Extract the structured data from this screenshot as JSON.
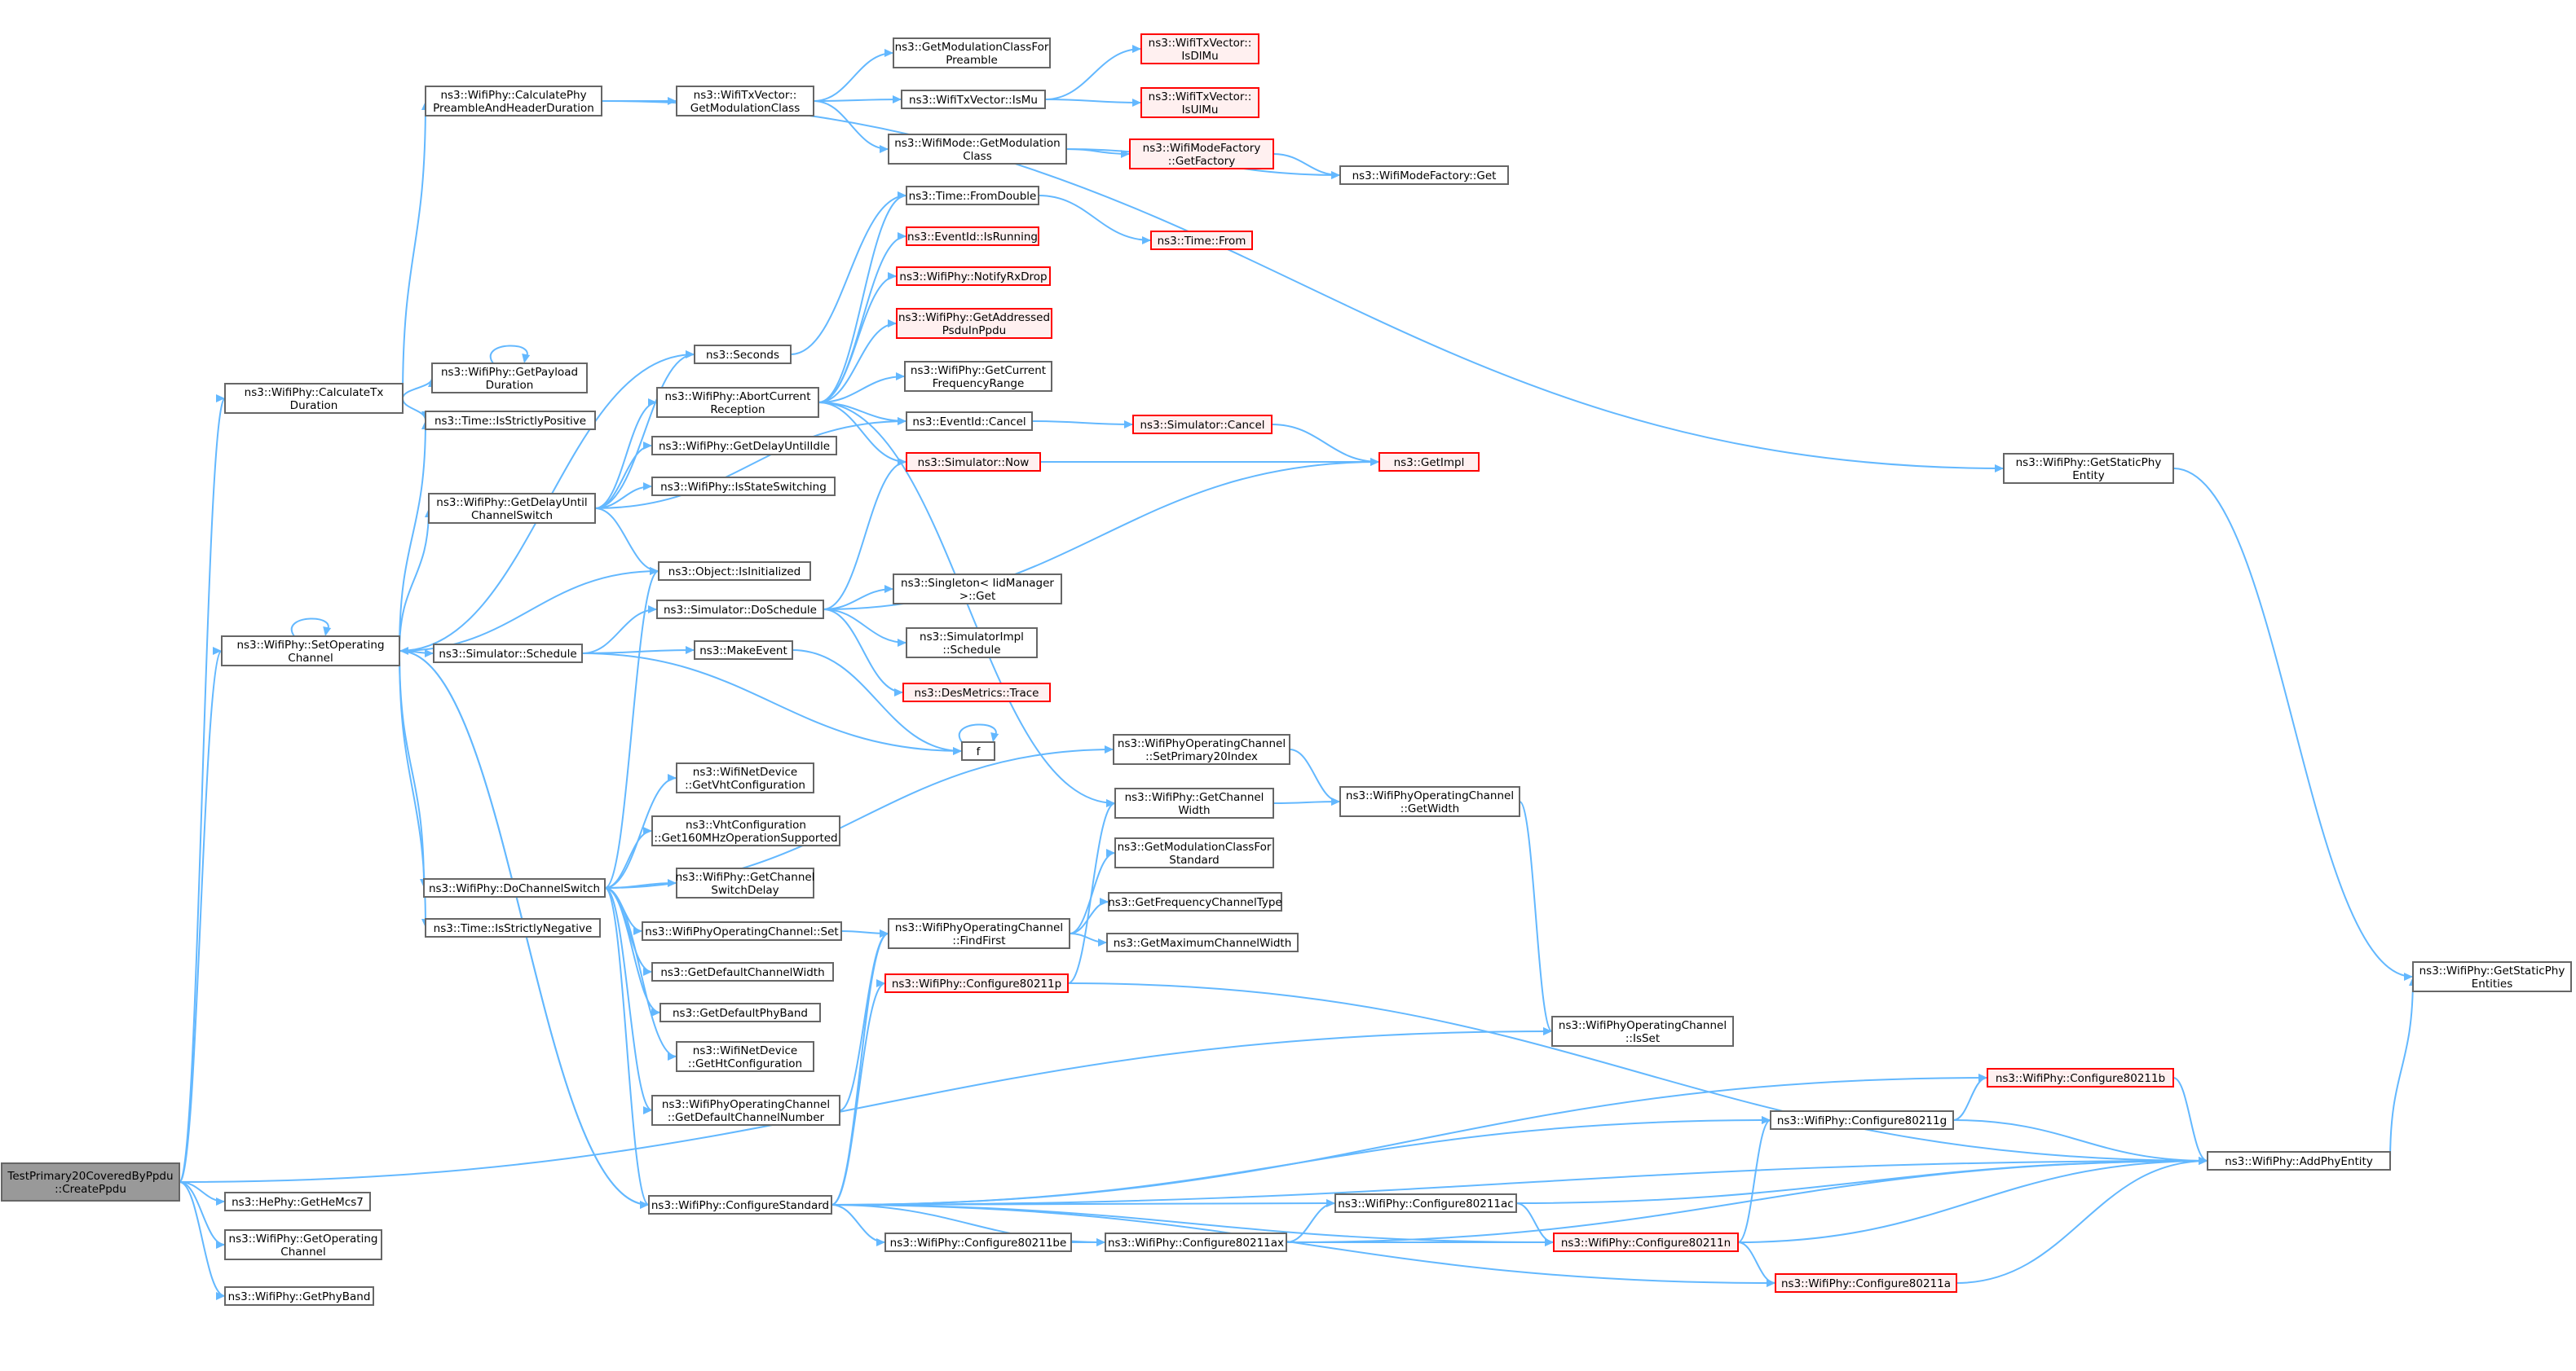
{
  "colors": {
    "edge": "#63b8ff",
    "normal_border": "#666666",
    "normal_fill": "#ffffff",
    "truncated_border": "#ff0000",
    "truncated_fill": "#fff0f0",
    "root_fill": "#999999",
    "root_border": "#666666"
  },
  "nodes": [
    {
      "id": "root",
      "lines": [
        "TestPrimary20CoveredByPpdu",
        "::CreatePpdu"
      ],
      "style": "root"
    },
    {
      "id": "calcTx",
      "lines": [
        "ns3::WifiPhy::CalculateTx",
        "Duration"
      ]
    },
    {
      "id": "setOp",
      "lines": [
        "ns3::WifiPhy::SetOperating",
        "Channel"
      ]
    },
    {
      "id": "getHeMcs7",
      "lines": [
        "ns3::HePhy::GetHeMcs7"
      ]
    },
    {
      "id": "getOpCh",
      "lines": [
        "ns3::WifiPhy::GetOperating",
        "Channel"
      ]
    },
    {
      "id": "getPhyBand",
      "lines": [
        "ns3::WifiPhy::GetPhyBand"
      ]
    },
    {
      "id": "calcPre",
      "lines": [
        "ns3::WifiPhy::CalculatePhy",
        "PreambleAndHeaderDuration"
      ]
    },
    {
      "id": "getPayload",
      "lines": [
        "ns3::WifiPhy::GetPayload",
        "Duration"
      ]
    },
    {
      "id": "isStrictPos",
      "lines": [
        "ns3::Time::IsStrictlyPositive"
      ]
    },
    {
      "id": "getDelay",
      "lines": [
        "ns3::WifiPhy::GetDelayUntil",
        "ChannelSwitch"
      ]
    },
    {
      "id": "simSched",
      "lines": [
        "ns3::Simulator::Schedule"
      ]
    },
    {
      "id": "doChSwitch",
      "lines": [
        "ns3::WifiPhy::DoChannelSwitch"
      ]
    },
    {
      "id": "isStrictNeg",
      "lines": [
        "ns3::Time::IsStrictlyNegative"
      ]
    },
    {
      "id": "cfgStd",
      "lines": [
        "ns3::WifiPhy::ConfigureStandard"
      ]
    },
    {
      "id": "getModClass",
      "lines": [
        "ns3::WifiTxVector::",
        "GetModulationClass"
      ]
    },
    {
      "id": "seconds",
      "lines": [
        "ns3::Seconds"
      ]
    },
    {
      "id": "abortRx",
      "lines": [
        "ns3::WifiPhy::AbortCurrent",
        "Reception"
      ]
    },
    {
      "id": "getDelayIdle",
      "lines": [
        "ns3::WifiPhy::GetDelayUntilIdle"
      ]
    },
    {
      "id": "isStateSw",
      "lines": [
        "ns3::WifiPhy::IsStateSwitching"
      ]
    },
    {
      "id": "objInit",
      "lines": [
        "ns3::Object::IsInitialized"
      ]
    },
    {
      "id": "doSched",
      "lines": [
        "ns3::Simulator::DoSchedule"
      ]
    },
    {
      "id": "makeEvent",
      "lines": [
        "ns3::MakeEvent"
      ]
    },
    {
      "id": "getVht",
      "lines": [
        "ns3::WifiNetDevice",
        "::GetVhtConfiguration"
      ]
    },
    {
      "id": "get160",
      "lines": [
        "ns3::VhtConfiguration",
        "::Get160MHzOperationSupported"
      ]
    },
    {
      "id": "getSwDelay",
      "lines": [
        "ns3::WifiPhy::GetChannel",
        "SwitchDelay"
      ]
    },
    {
      "id": "opChSet",
      "lines": [
        "ns3::WifiPhyOperatingChannel::Set"
      ]
    },
    {
      "id": "defChW",
      "lines": [
        "ns3::GetDefaultChannelWidth"
      ]
    },
    {
      "id": "defBand",
      "lines": [
        "ns3::GetDefaultPhyBand"
      ]
    },
    {
      "id": "getHt",
      "lines": [
        "ns3::WifiNetDevice",
        "::GetHtConfiguration"
      ]
    },
    {
      "id": "defChNum",
      "lines": [
        "ns3::WifiPhyOperatingChannel",
        "::GetDefaultChannelNumber"
      ]
    },
    {
      "id": "modClassPre",
      "lines": [
        "ns3::GetModulationClassFor",
        "Preamble"
      ]
    },
    {
      "id": "isMu",
      "lines": [
        "ns3::WifiTxVector::IsMu"
      ]
    },
    {
      "id": "modeGetMod",
      "lines": [
        "ns3::WifiMode::GetModulation",
        "Class"
      ]
    },
    {
      "id": "fromDouble",
      "lines": [
        "ns3::Time::FromDouble"
      ]
    },
    {
      "id": "evRunning",
      "lines": [
        "ns3::EventId::IsRunning"
      ],
      "style": "trunc"
    },
    {
      "id": "notifyDrop",
      "lines": [
        "ns3::WifiPhy::NotifyRxDrop"
      ],
      "style": "trunc"
    },
    {
      "id": "addrPsdu",
      "lines": [
        "ns3::WifiPhy::GetAddressed",
        "PsduInPpdu"
      ],
      "style": "trunc"
    },
    {
      "id": "curFreq",
      "lines": [
        "ns3::WifiPhy::GetCurrent",
        "FrequencyRange"
      ]
    },
    {
      "id": "evCancel",
      "lines": [
        "ns3::EventId::Cancel"
      ]
    },
    {
      "id": "simNow",
      "lines": [
        "ns3::Simulator::Now"
      ],
      "style": "trunc"
    },
    {
      "id": "singleton",
      "lines": [
        "ns3::Singleton< IidManager",
        ">::Get"
      ]
    },
    {
      "id": "implSched",
      "lines": [
        "ns3::SimulatorImpl",
        "::Schedule"
      ]
    },
    {
      "id": "desTrace",
      "lines": [
        "ns3::DesMetrics::Trace"
      ],
      "style": "trunc"
    },
    {
      "id": "f",
      "lines": [
        "f"
      ]
    },
    {
      "id": "findFirst",
      "lines": [
        "ns3::WifiPhyOperatingChannel",
        "::FindFirst"
      ]
    },
    {
      "id": "cfg80211p",
      "lines": [
        "ns3::WifiPhy::Configure80211p"
      ],
      "style": "trunc"
    },
    {
      "id": "cfg80211be",
      "lines": [
        "ns3::WifiPhy::Configure80211be"
      ]
    },
    {
      "id": "isDlMu",
      "lines": [
        "ns3::WifiTxVector::",
        "IsDlMu"
      ],
      "style": "trunc"
    },
    {
      "id": "isUlMu",
      "lines": [
        "ns3::WifiTxVector::",
        "IsUlMu"
      ],
      "style": "trunc"
    },
    {
      "id": "getFactory",
      "lines": [
        "ns3::WifiModeFactory",
        "::GetFactory"
      ],
      "style": "trunc"
    },
    {
      "id": "timeFrom",
      "lines": [
        "ns3::Time::From"
      ],
      "style": "trunc"
    },
    {
      "id": "simCancel",
      "lines": [
        "ns3::Simulator::Cancel"
      ],
      "style": "trunc"
    },
    {
      "id": "setPrim20",
      "lines": [
        "ns3::WifiPhyOperatingChannel",
        "::SetPrimary20Index"
      ]
    },
    {
      "id": "getChW",
      "lines": [
        "ns3::WifiPhy::GetChannel",
        "Width"
      ]
    },
    {
      "id": "modClassStd",
      "lines": [
        "ns3::GetModulationClassFor",
        "Standard"
      ]
    },
    {
      "id": "freqChType",
      "lines": [
        "ns3::GetFrequencyChannelType"
      ]
    },
    {
      "id": "maxChW",
      "lines": [
        "ns3::GetMaximumChannelWidth"
      ]
    },
    {
      "id": "cfg80211ax",
      "lines": [
        "ns3::WifiPhy::Configure80211ax"
      ]
    },
    {
      "id": "modeFactGet",
      "lines": [
        "ns3::WifiModeFactory::Get"
      ]
    },
    {
      "id": "getImpl",
      "lines": [
        "ns3::GetImpl"
      ],
      "style": "trunc"
    },
    {
      "id": "opChGetW",
      "lines": [
        "ns3::WifiPhyOperatingChannel",
        "::GetWidth"
      ]
    },
    {
      "id": "cfg80211ac",
      "lines": [
        "ns3::WifiPhy::Configure80211ac"
      ]
    },
    {
      "id": "opChIsSet",
      "lines": [
        "ns3::WifiPhyOperatingChannel",
        "::IsSet"
      ]
    },
    {
      "id": "cfg80211n",
      "lines": [
        "ns3::WifiPhy::Configure80211n"
      ],
      "style": "trunc"
    },
    {
      "id": "cfg80211g",
      "lines": [
        "ns3::WifiPhy::Configure80211g"
      ]
    },
    {
      "id": "getStaticEnt",
      "lines": [
        "ns3::WifiPhy::GetStaticPhy",
        "Entity"
      ]
    },
    {
      "id": "cfg80211b",
      "lines": [
        "ns3::WifiPhy::Configure80211b"
      ],
      "style": "trunc"
    },
    {
      "id": "cfg80211a",
      "lines": [
        "ns3::WifiPhy::Configure80211a"
      ],
      "style": "trunc"
    },
    {
      "id": "getStaticEnts",
      "lines": [
        "ns3::WifiPhy::GetStaticPhy",
        "Entities"
      ]
    },
    {
      "id": "addPhyEnt",
      "lines": [
        "ns3::WifiPhy::AddPhyEntity"
      ]
    }
  ],
  "edges": [
    [
      "root",
      "calcTx"
    ],
    [
      "root",
      "setOp"
    ],
    [
      "root",
      "getHeMcs7"
    ],
    [
      "root",
      "getOpCh"
    ],
    [
      "root",
      "getPhyBand"
    ],
    [
      "root",
      "opChIsSet"
    ],
    [
      "calcTx",
      "calcPre"
    ],
    [
      "calcTx",
      "getPayload"
    ],
    [
      "calcTx",
      "isStrictPos"
    ],
    [
      "calcPre",
      "getModClass"
    ],
    [
      "calcPre",
      "getStaticEnt"
    ],
    [
      "getPayload",
      "getPayload"
    ],
    [
      "getModClass",
      "modClassPre"
    ],
    [
      "getModClass",
      "isMu"
    ],
    [
      "getModClass",
      "modeGetMod"
    ],
    [
      "isMu",
      "isDlMu"
    ],
    [
      "isMu",
      "isUlMu"
    ],
    [
      "modeGetMod",
      "getFactory"
    ],
    [
      "modeGetMod",
      "modeFactGet"
    ],
    [
      "getFactory",
      "modeFactGet"
    ],
    [
      "setOp",
      "setOp"
    ],
    [
      "setOp",
      "seconds"
    ],
    [
      "setOp",
      "isStrictPos"
    ],
    [
      "setOp",
      "getDelay"
    ],
    [
      "setOp",
      "objInit"
    ],
    [
      "setOp",
      "simSched"
    ],
    [
      "setOp",
      "doChSwitch"
    ],
    [
      "setOp",
      "isStrictNeg"
    ],
    [
      "setOp",
      "cfgStd"
    ],
    [
      "seconds",
      "fromDouble"
    ],
    [
      "fromDouble",
      "timeFrom"
    ],
    [
      "getDelay",
      "abortRx"
    ],
    [
      "getDelay",
      "getDelayIdle"
    ],
    [
      "getDelay",
      "isStateSw"
    ],
    [
      "getDelay",
      "seconds"
    ],
    [
      "getDelay",
      "objInit"
    ],
    [
      "getDelay",
      "evCancel"
    ],
    [
      "abortRx",
      "fromDouble"
    ],
    [
      "abortRx",
      "evRunning"
    ],
    [
      "abortRx",
      "notifyDrop"
    ],
    [
      "abortRx",
      "addrPsdu"
    ],
    [
      "abortRx",
      "curFreq"
    ],
    [
      "abortRx",
      "evCancel"
    ],
    [
      "abortRx",
      "simNow"
    ],
    [
      "abortRx",
      "getChW"
    ],
    [
      "evCancel",
      "simCancel"
    ],
    [
      "simCancel",
      "getImpl"
    ],
    [
      "simNow",
      "getImpl"
    ],
    [
      "simSched",
      "doSched"
    ],
    [
      "simSched",
      "makeEvent"
    ],
    [
      "simSched",
      "f"
    ],
    [
      "doSched",
      "simNow"
    ],
    [
      "doSched",
      "getImpl"
    ],
    [
      "doSched",
      "singleton"
    ],
    [
      "doSched",
      "implSched"
    ],
    [
      "doSched",
      "desTrace"
    ],
    [
      "makeEvent",
      "f"
    ],
    [
      "f",
      "f"
    ],
    [
      "doChSwitch",
      "objInit"
    ],
    [
      "doChSwitch",
      "getVht"
    ],
    [
      "doChSwitch",
      "get160"
    ],
    [
      "doChSwitch",
      "getSwDelay"
    ],
    [
      "doChSwitch",
      "opChSet"
    ],
    [
      "doChSwitch",
      "defChW"
    ],
    [
      "doChSwitch",
      "defBand"
    ],
    [
      "doChSwitch",
      "getHt"
    ],
    [
      "doChSwitch",
      "defChNum"
    ],
    [
      "doChSwitch",
      "cfgStd"
    ],
    [
      "doChSwitch",
      "setPrim20"
    ],
    [
      "opChSet",
      "findFirst"
    ],
    [
      "defChNum",
      "findFirst"
    ],
    [
      "findFirst",
      "modClassStd"
    ],
    [
      "findFirst",
      "freqChType"
    ],
    [
      "findFirst",
      "maxChW"
    ],
    [
      "setPrim20",
      "opChGetW"
    ],
    [
      "getChW",
      "opChGetW"
    ],
    [
      "opChGetW",
      "opChIsSet"
    ],
    [
      "cfgStd",
      "cfg80211p"
    ],
    [
      "cfgStd",
      "findFirst"
    ],
    [
      "cfgStd",
      "cfg80211b"
    ],
    [
      "cfgStd",
      "cfg80211g"
    ],
    [
      "cfgStd",
      "addPhyEnt"
    ],
    [
      "cfgStd",
      "cfg80211ac"
    ],
    [
      "cfgStd",
      "cfg80211be"
    ],
    [
      "cfgStd",
      "cfg80211ax"
    ],
    [
      "cfgStd",
      "cfg80211n"
    ],
    [
      "cfgStd",
      "cfg80211a"
    ],
    [
      "cfgStd",
      "setOp"
    ],
    [
      "cfg80211p",
      "getChW"
    ],
    [
      "cfg80211p",
      "addPhyEnt"
    ],
    [
      "cfg80211be",
      "cfg80211ax"
    ],
    [
      "cfg80211ax",
      "cfg80211ac"
    ],
    [
      "cfg80211ax",
      "cfg80211n"
    ],
    [
      "cfg80211ax",
      "addPhyEnt"
    ],
    [
      "cfg80211ac",
      "cfg80211n"
    ],
    [
      "cfg80211ac",
      "addPhyEnt"
    ],
    [
      "cfg80211n",
      "cfg80211g"
    ],
    [
      "cfg80211n",
      "cfg80211a"
    ],
    [
      "cfg80211n",
      "addPhyEnt"
    ],
    [
      "cfg80211g",
      "cfg80211b"
    ],
    [
      "cfg80211g",
      "addPhyEnt"
    ],
    [
      "cfg80211b",
      "addPhyEnt"
    ],
    [
      "cfg80211a",
      "addPhyEnt"
    ],
    [
      "getStaticEnt",
      "getStaticEnts"
    ],
    [
      "addPhyEnt",
      "getStaticEnts"
    ]
  ]
}
